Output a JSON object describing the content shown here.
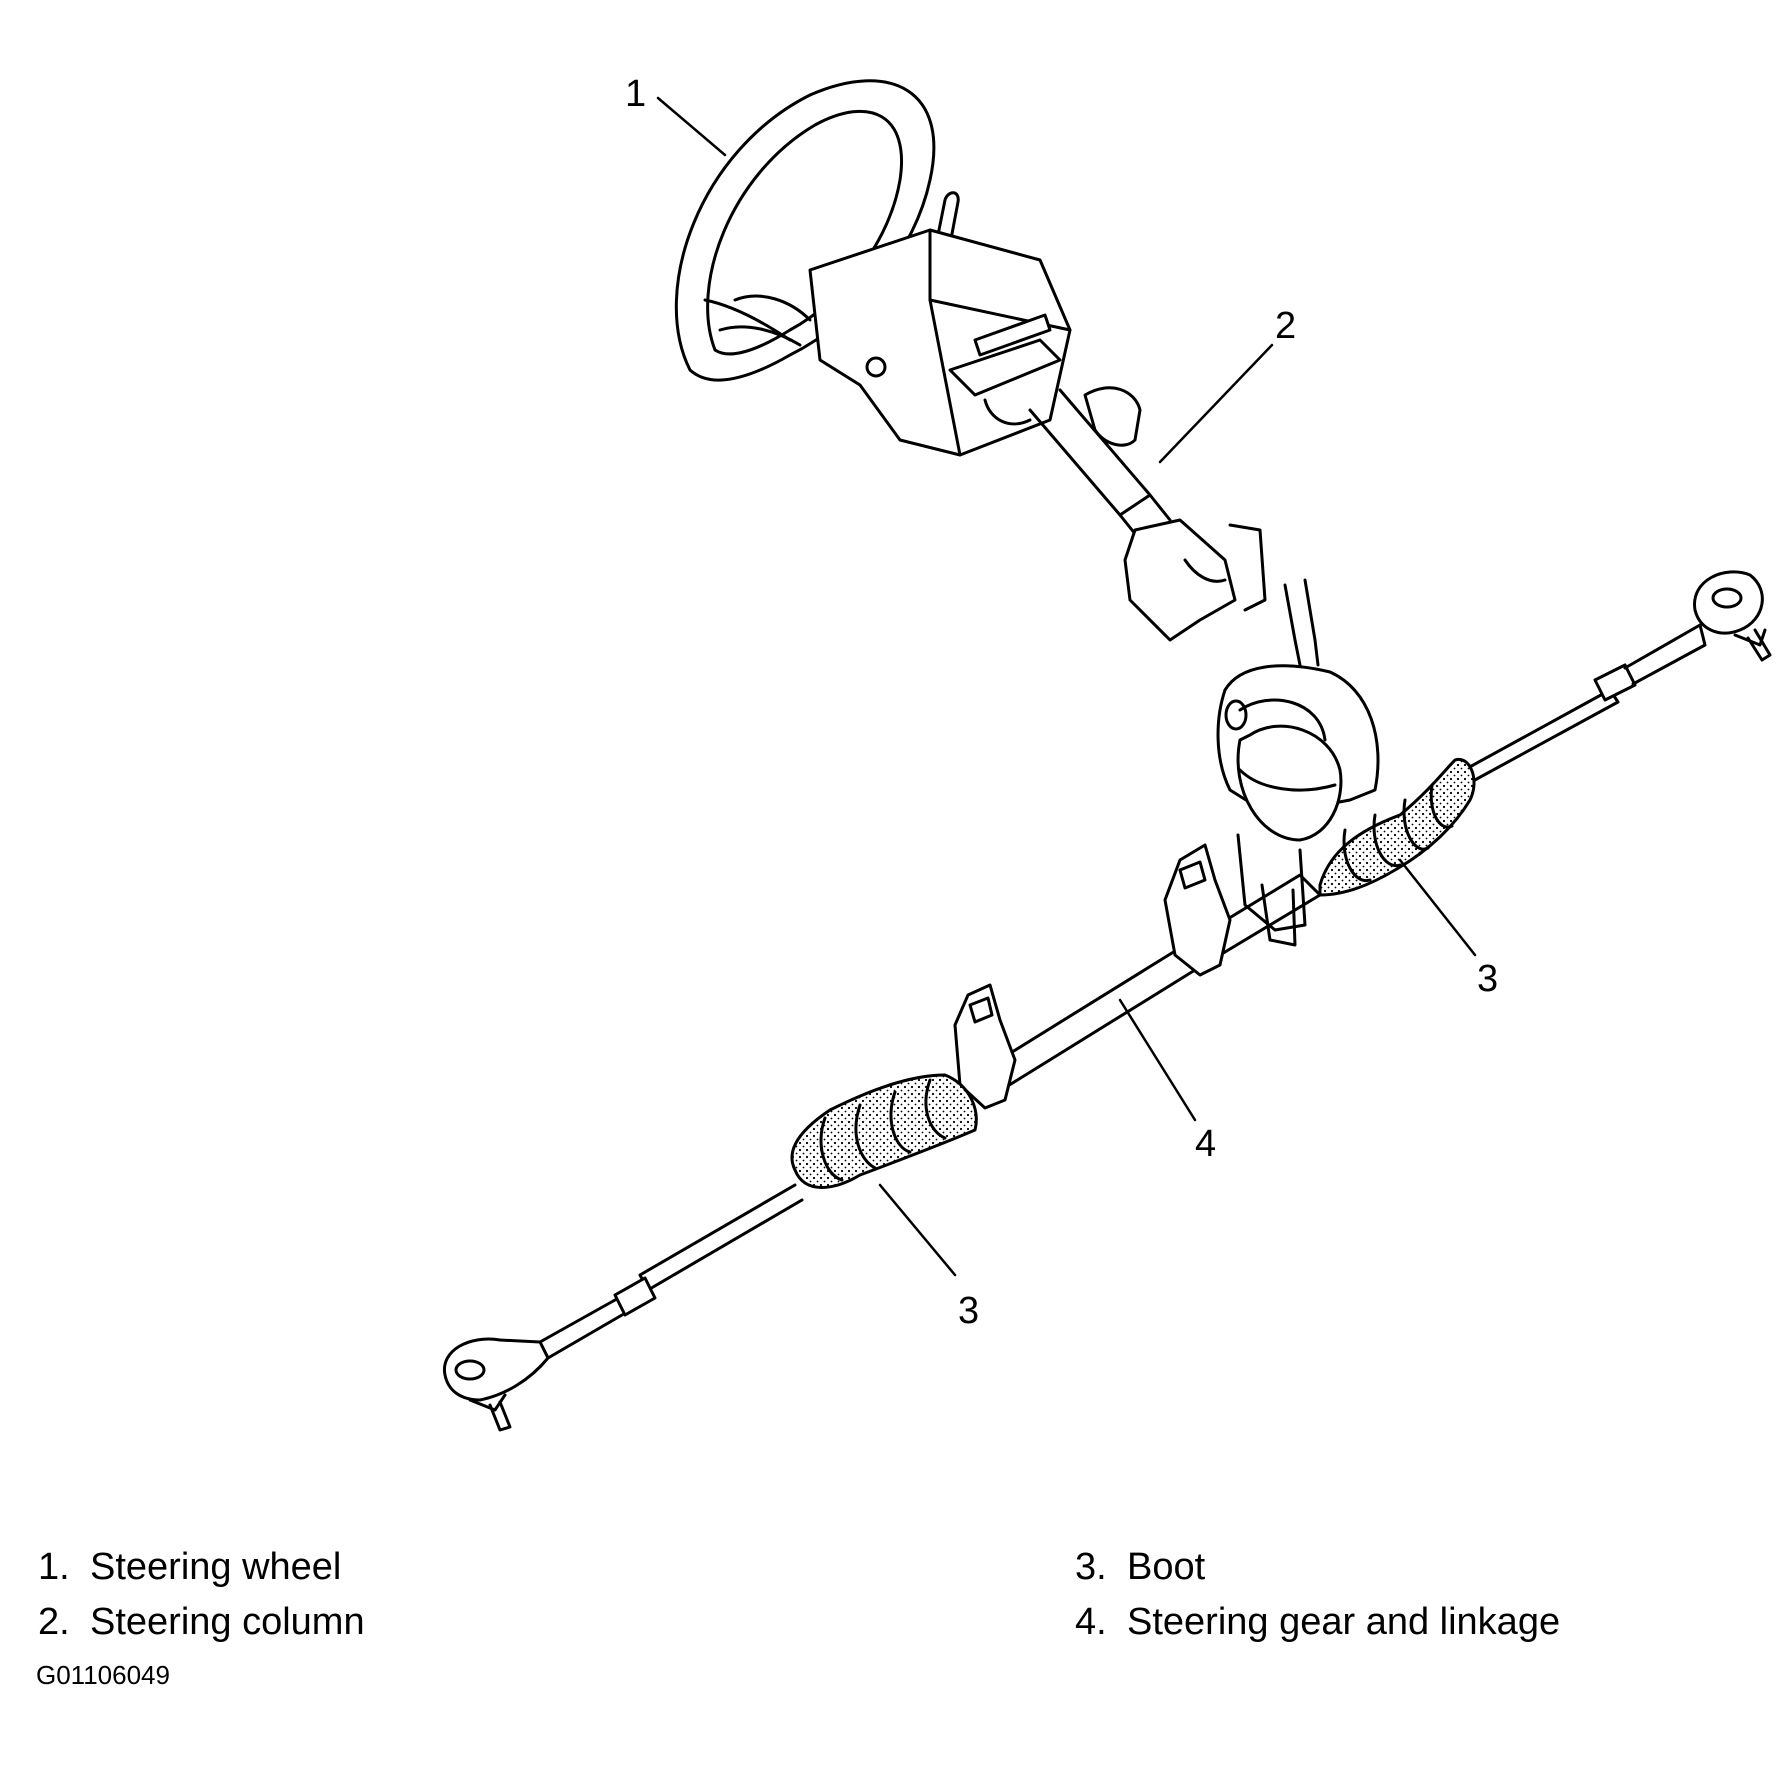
{
  "callouts": [
    "1",
    "2",
    "3",
    "3",
    "4"
  ],
  "legend": [
    {
      "num": "1.",
      "label": "Steering wheel"
    },
    {
      "num": "2.",
      "label": "Steering column"
    },
    {
      "num": "3.",
      "label": "Boot"
    },
    {
      "num": "4.",
      "label": "Steering gear and linkage"
    }
  ],
  "figure_id": "G01106049",
  "colors": {
    "line": "#000000",
    "background": "#ffffff"
  }
}
